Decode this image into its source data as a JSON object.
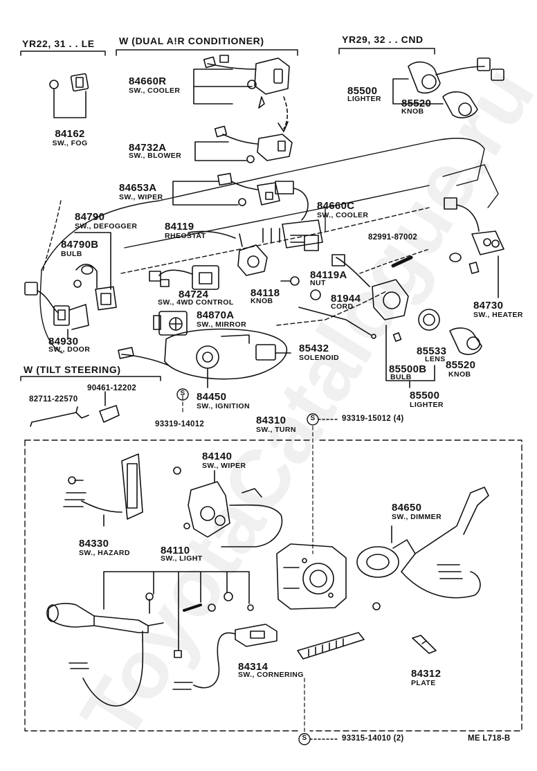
{
  "headers": {
    "fog_variant": "YR22, 31 . . LE",
    "dual_ac": "W (DUAL A!R CONDITIONER)",
    "lighter_variant": "YR29, 32 . . CND",
    "tilt_steering": "W (TILT STEERING)"
  },
  "parts": {
    "p84162": {
      "number": "84162",
      "desc": "SW., FOG"
    },
    "p84660R": {
      "number": "84660R",
      "desc": "SW., COOLER"
    },
    "p84732A": {
      "number": "84732A",
      "desc": "SW., BLOWER"
    },
    "p84653A": {
      "number": "84653A",
      "desc": "SW., WIPER"
    },
    "p85500_top": {
      "number": "85500",
      "desc": "LIGHTER"
    },
    "p85520_top": {
      "number": "85520",
      "desc": "KNOB"
    },
    "p84660C": {
      "number": "84660C",
      "desc": "SW., COOLER"
    },
    "p84790": {
      "number": "84790",
      "desc": "SW., DEFOGGER"
    },
    "p84790B": {
      "number": "84790B",
      "desc": "BULB"
    },
    "p84119": {
      "number": "84119",
      "desc": "RHEOSTAT"
    },
    "p82991": {
      "number": "82991-87002"
    },
    "p84119A": {
      "number": "84119A",
      "desc": "NUT"
    },
    "p84118": {
      "number": "84118",
      "desc": "KNOB"
    },
    "p81944": {
      "number": "81944",
      "desc": "CORD"
    },
    "p84724": {
      "number": "84724",
      "desc": "SW., 4WD CONTROL"
    },
    "p84870A": {
      "number": "84870A",
      "desc": "SW., MIRROR"
    },
    "p84730": {
      "number": "84730",
      "desc": "SW., HEATER"
    },
    "p84930": {
      "number": "84930",
      "desc": "SW., DOOR"
    },
    "p85432": {
      "number": "85432",
      "desc": "SOLENOID"
    },
    "p85533": {
      "number": "85533",
      "desc": "LENS"
    },
    "p85500B": {
      "number": "85500B",
      "desc": "BULB"
    },
    "p85520": {
      "number": "85520",
      "desc": "KNOB"
    },
    "p85500": {
      "number": "85500",
      "desc": "LIGHTER"
    },
    "p82711": {
      "number": "82711-22570"
    },
    "p90461": {
      "number": "90461-12202"
    },
    "p84450": {
      "number": "84450",
      "desc": "SW., IGNITION"
    },
    "p93319a": {
      "number": "93319-14012"
    },
    "p84310": {
      "number": "84310",
      "desc": "SW., TURN"
    },
    "p93319b": {
      "number": "93319-15012 (4)"
    },
    "p84140": {
      "number": "84140",
      "desc": "SW., WIPER"
    },
    "p84650": {
      "number": "84650",
      "desc": "SW., DIMMER"
    },
    "p84330": {
      "number": "84330",
      "desc": "SW., HAZARD"
    },
    "p84110": {
      "number": "84110",
      "desc": "SW., LIGHT"
    },
    "p84314": {
      "number": "84314",
      "desc": "SW., CORNERING"
    },
    "p84312": {
      "number": "84312",
      "desc": "PLATE"
    },
    "p93315": {
      "number": "93315-14010 (2)"
    }
  },
  "symbols": {
    "standard_part": "S"
  },
  "footer": {
    "code": "ME  L718-B"
  },
  "watermark": "ToyotaCatalogue.ru"
}
